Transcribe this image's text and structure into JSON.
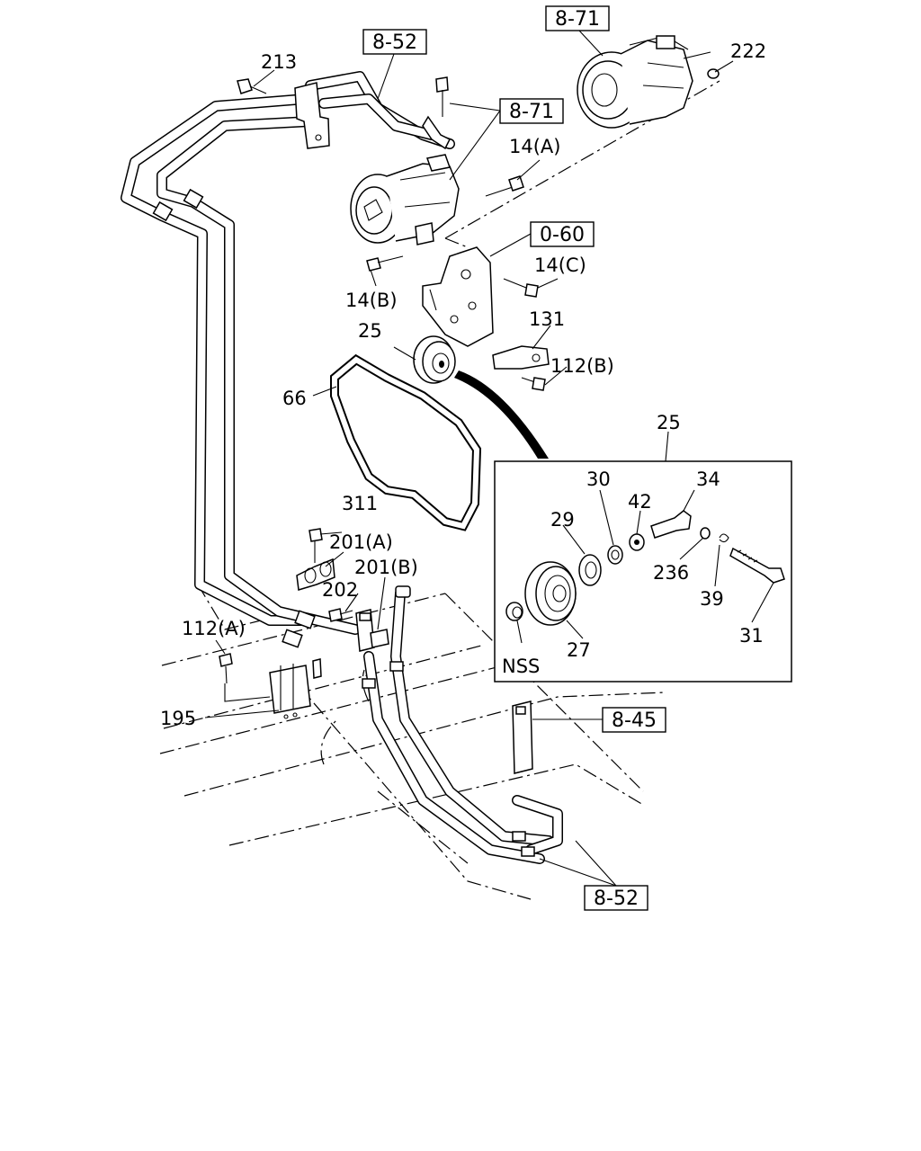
{
  "references": [
    {
      "id": "ref-8-52-top",
      "text": "8-52"
    },
    {
      "id": "ref-8-71-top",
      "text": "8-71"
    },
    {
      "id": "ref-8-71-mid",
      "text": "8-71"
    },
    {
      "id": "ref-0-60",
      "text": "0-60"
    },
    {
      "id": "ref-8-45",
      "text": "8-45"
    },
    {
      "id": "ref-8-52-bottom",
      "text": "8-52"
    }
  ],
  "callouts": [
    {
      "id": "213",
      "text": "213"
    },
    {
      "id": "222",
      "text": "222"
    },
    {
      "id": "14a",
      "text": "14(A)"
    },
    {
      "id": "14b",
      "text": "14(B)"
    },
    {
      "id": "14c",
      "text": "14(C)"
    },
    {
      "id": "25",
      "text": "25"
    },
    {
      "id": "131",
      "text": "131"
    },
    {
      "id": "112b",
      "text": "112(B)"
    },
    {
      "id": "66",
      "text": "66"
    },
    {
      "id": "25-detail",
      "text": "25"
    },
    {
      "id": "30",
      "text": "30"
    },
    {
      "id": "34",
      "text": "34"
    },
    {
      "id": "42",
      "text": "42"
    },
    {
      "id": "29",
      "text": "29"
    },
    {
      "id": "236",
      "text": "236"
    },
    {
      "id": "39",
      "text": "39"
    },
    {
      "id": "31",
      "text": "31"
    },
    {
      "id": "27",
      "text": "27"
    },
    {
      "id": "nss",
      "text": "NSS"
    },
    {
      "id": "311",
      "text": "311"
    },
    {
      "id": "201a",
      "text": "201(A)"
    },
    {
      "id": "201b",
      "text": "201(B)"
    },
    {
      "id": "202",
      "text": "202"
    },
    {
      "id": "112a",
      "text": "112(A)"
    },
    {
      "id": "195",
      "text": "195"
    }
  ]
}
